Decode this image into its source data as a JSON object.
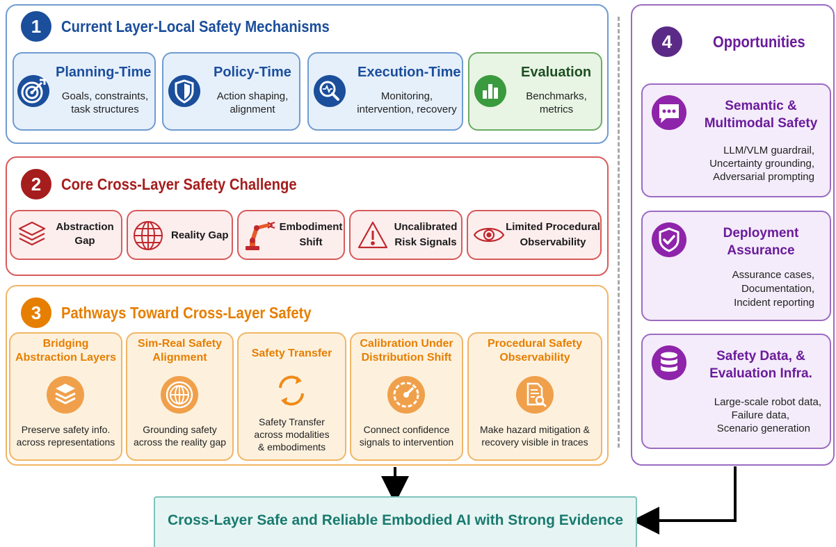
{
  "section1": {
    "number": "1",
    "title": "Current Layer-Local Safety Mechanisms",
    "cards": [
      {
        "title": "Planning-Time",
        "desc1": "Goals, constraints,",
        "desc2": "task structures",
        "icon": "target-icon"
      },
      {
        "title": "Policy-Time",
        "desc1": "Action shaping,",
        "desc2": "alignment",
        "icon": "shield-icon"
      },
      {
        "title": "Execution-Time",
        "desc1": "Monitoring,",
        "desc2": "intervention, recovery",
        "icon": "monitor-search-icon"
      },
      {
        "title": "Evaluation",
        "desc1": "Benchmarks,",
        "desc2": "metrics",
        "icon": "bar-chart-icon"
      }
    ]
  },
  "section2": {
    "number": "2",
    "title": "Core Cross-Layer Safety Challenge",
    "cards": [
      {
        "line1": "Abstraction",
        "line2": "Gap",
        "icon": "layers-icon"
      },
      {
        "line1": "Reality Gap",
        "line2": "",
        "icon": "globe-icon"
      },
      {
        "line1": "Embodiment",
        "line2": "Shift",
        "icon": "robot-arm-icon"
      },
      {
        "line1": "Uncalibrated",
        "line2": "Risk Signals",
        "icon": "warning-icon"
      },
      {
        "line1": "Limited Procedural",
        "line2": "Observability",
        "icon": "eye-icon"
      }
    ]
  },
  "section3": {
    "number": "3",
    "title": "Pathways Toward Cross-Layer Safety",
    "cards": [
      {
        "t1": "Bridging",
        "t2": "Abstraction Layers",
        "d1": "Preserve safety info.",
        "d2": "across representations",
        "d3": "",
        "icon": "layers-icon"
      },
      {
        "t1": "Sim-Real Safety",
        "t2": "Alignment",
        "d1": "Grounding safety",
        "d2": "across the reality gap",
        "d3": "",
        "icon": "globe-icon"
      },
      {
        "t1": "Safety Transfer",
        "t2": "",
        "d1": "Safety Transfer",
        "d2": "across modalities",
        "d3": "& embodiments",
        "icon": "cycle-arrows-icon"
      },
      {
        "t1": "Calibration Under",
        "t2": "Distribution Shift",
        "d1": "Connect confidence",
        "d2": "signals to intervention",
        "d3": "",
        "icon": "gauge-icon"
      },
      {
        "t1": "Procedural Safety",
        "t2": "Observability",
        "d1": "Make hazard mitigation &",
        "d2": "recovery visible in traces",
        "d3": "",
        "icon": "document-search-icon"
      }
    ]
  },
  "section4": {
    "number": "4",
    "title": "Opportunities",
    "cards": [
      {
        "t1": "Semantic &",
        "t2": "Multimodal Safety",
        "d1": "LLM/VLM guardrail,",
        "d2": "Uncertainty grounding,",
        "d3": "Adversarial prompting",
        "icon": "chat-icon"
      },
      {
        "t1": "Deployment",
        "t2": "Assurance",
        "d1": "Assurance cases,",
        "d2": "Documentation,",
        "d3": "Incident reporting",
        "icon": "shield-check-icon"
      },
      {
        "t1": "Safety Data, &",
        "t2": "Evaluation Infra.",
        "d1": "Large-scale robot data,",
        "d2": "Failure data,",
        "d3": "Scenario generation",
        "icon": "database-icon"
      }
    ]
  },
  "result": {
    "title": "Cross-Layer Safe and Reliable Embodied AI with Strong Evidence"
  },
  "colors": {
    "blue": "#1b4e9b",
    "blue_border": "#6f9bd1",
    "blue_fill": "#e6f0fb",
    "green": "#2e7d32",
    "green_border": "#6aab63",
    "green_fill": "#e8f4e4",
    "red": "#a51d1d",
    "red_border": "#d85a5a",
    "red_fill": "#fdeeee",
    "orange": "#e67e00",
    "orange_border": "#f2b565",
    "orange_fill": "#fdf1de",
    "purple": "#6a1b9a",
    "purple_border": "#9b6bc2",
    "purple_fill": "#f4ecfa",
    "teal": "#1a7a70",
    "teal_border": "#7ec3bc",
    "teal_fill": "#e6f5f3"
  }
}
